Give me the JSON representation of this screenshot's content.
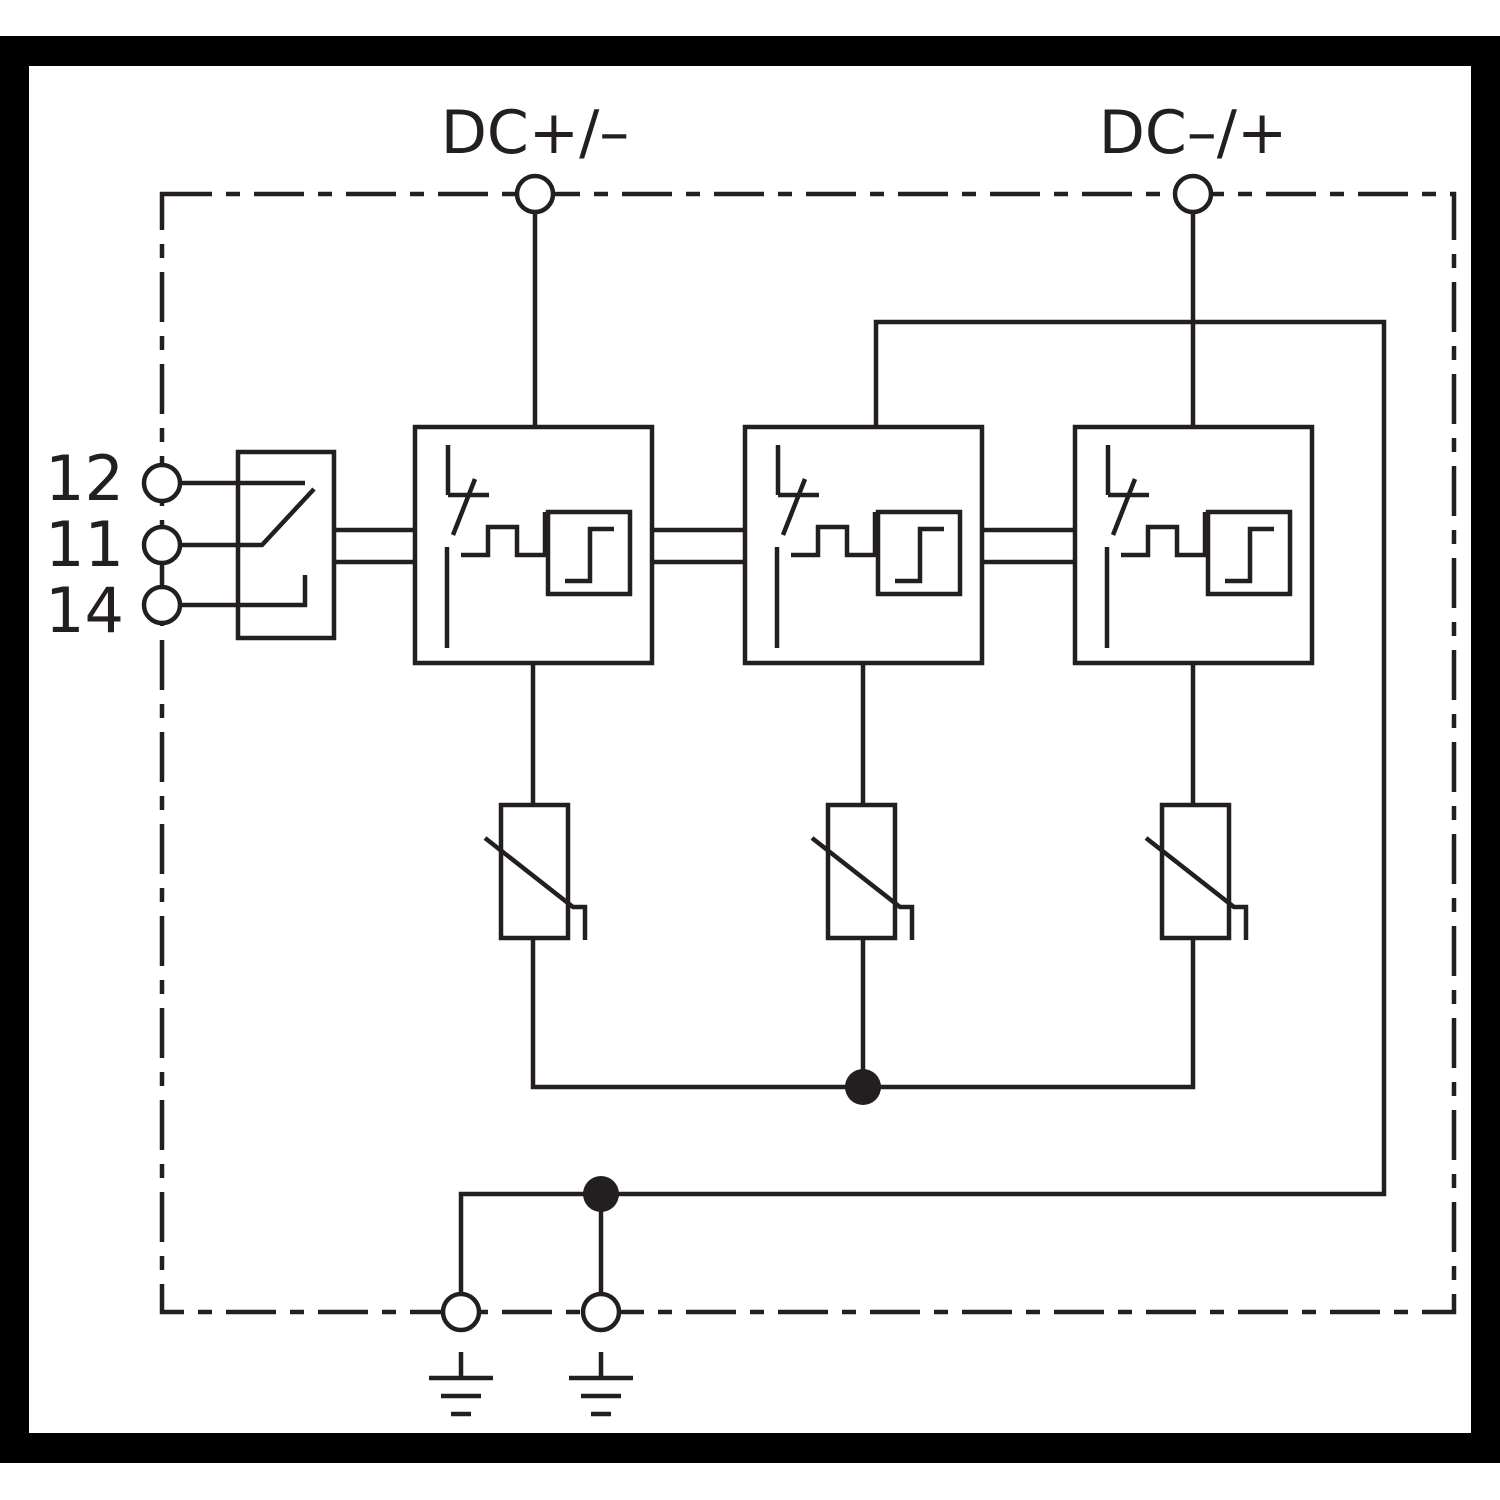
{
  "terminals": {
    "dc_left": "DC+/–",
    "dc_right": "DC–/+"
  },
  "contact_pins": [
    "12",
    "11",
    "14"
  ],
  "colors": {
    "ink": "#231f20",
    "background": "#ffffff",
    "frame": "#000000"
  }
}
